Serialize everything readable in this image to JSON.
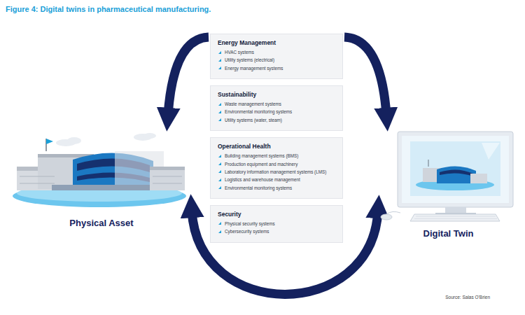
{
  "diagram": {
    "title": "Figure 4: Digital twins in pharmaceutical manufacturing.",
    "nodes": [
      {
        "text": [
          "Energy Management",
          "HVAC systems",
          "Utility systems (electrical)",
          "Energy management systems"
        ]
      },
      {
        "text": [
          "Sustainability",
          "Waste management systems",
          "Environmental monitoring systems",
          "Utility systems (water, steam)"
        ]
      },
      {
        "text": [
          "Operational Health",
          "Building management systems (BMS)",
          "Production equipment and machinery",
          "Laboratory information management systems (LMS)",
          "Logistics and warehouse management",
          "Environmental monitoring systems"
        ]
      },
      {
        "text": [
          "Security",
          "Physical security systems",
          "Cybersecurity systems"
        ]
      },
      {
        "text": [
          "Physical Asset"
        ]
      },
      {
        "text": [
          "Digital Twin"
        ]
      }
    ],
    "edges": [
      {
        "from": 0,
        "to": 4,
        "arrow": "to"
      },
      {
        "from": 0,
        "to": 5,
        "arrow": "to"
      },
      {
        "from": 4,
        "to": 5,
        "arrow": "both"
      }
    ],
    "labels": [
      "Source: Salas O'Brien"
    ]
  }
}
